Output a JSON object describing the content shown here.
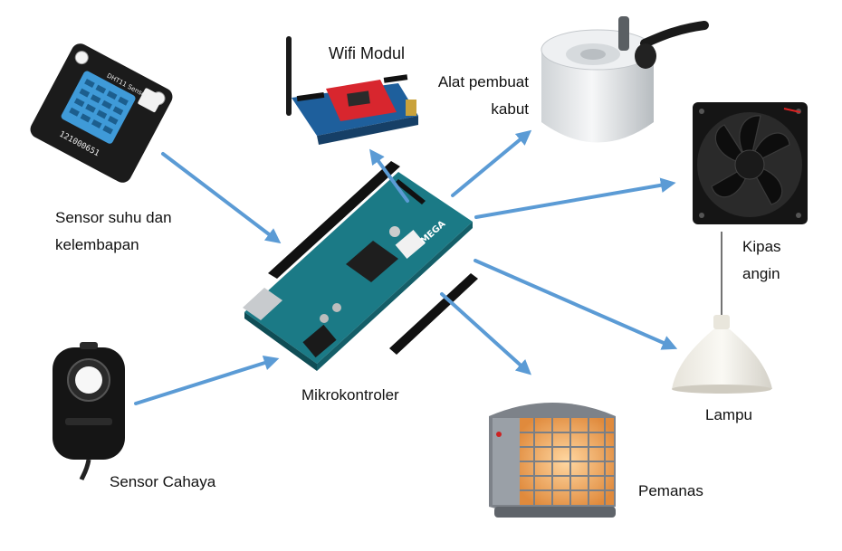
{
  "diagram": {
    "labels": {
      "wifi": "Wifi Modul",
      "mist_line1": "Alat pembuat",
      "mist_line2": "kabut",
      "sensor_temp_line1": "Sensor suhu dan",
      "sensor_temp_line2": "kelembapan",
      "fan_line1": "Kipas",
      "fan_line2": "angin",
      "mcu": "Mikrokontroler",
      "lamp": "Lampu",
      "light_sensor": "Sensor Cahaya",
      "heater": "Pemanas"
    },
    "board_text": "MEGA",
    "sensor_module_text": "DHT11 Sensor",
    "sensor_serial": "121000651",
    "colors": {
      "arrow": "#5b9bd5",
      "board": "#1b7a86",
      "sensor_blue": "#3f9ad8",
      "wifi_board": "#d8262e",
      "heater_glow": "#f2a65a"
    }
  }
}
